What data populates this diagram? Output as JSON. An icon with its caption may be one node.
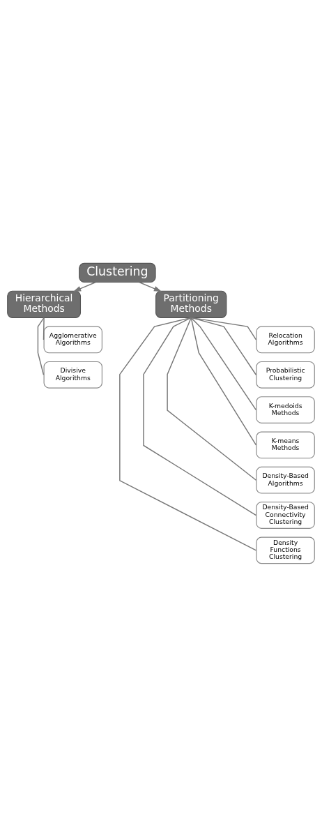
{
  "diagram": {
    "nodes": [
      {
        "text": [
          "Clustering"
        ]
      },
      {
        "text": [
          "Hierarchical Methods"
        ]
      },
      {
        "text": [
          "Partitioning Methods"
        ]
      },
      {
        "text": [
          "Agglomerative Algorithms"
        ]
      },
      {
        "text": [
          "Divisive Algorithms"
        ]
      },
      {
        "text": [
          "Relocation Algorithms"
        ]
      },
      {
        "text": [
          "Probabilistic Clustering"
        ]
      },
      {
        "text": [
          "K-medoids Methods"
        ]
      },
      {
        "text": [
          "K-means Methods"
        ]
      },
      {
        "text": [
          "Density-Based Algorithms"
        ]
      },
      {
        "text": [
          "Density-Based Connectivity Clustering"
        ]
      },
      {
        "text": [
          "Density Functions Clustering"
        ]
      }
    ],
    "edges": [
      {
        "from": 0,
        "to": 1,
        "arrow": "to"
      },
      {
        "from": 0,
        "to": 2,
        "arrow": "to"
      },
      {
        "from": 1,
        "to": 3,
        "arrow": "none"
      },
      {
        "from": 1,
        "to": 4,
        "arrow": "none"
      },
      {
        "from": 2,
        "to": 5,
        "arrow": "none"
      },
      {
        "from": 2,
        "to": 6,
        "arrow": "none"
      },
      {
        "from": 2,
        "to": 7,
        "arrow": "none"
      },
      {
        "from": 2,
        "to": 8,
        "arrow": "none"
      },
      {
        "from": 2,
        "to": 9,
        "arrow": "none"
      },
      {
        "from": 2,
        "to": 10,
        "arrow": "none"
      },
      {
        "from": 2,
        "to": 11,
        "arrow": "none"
      }
    ]
  }
}
